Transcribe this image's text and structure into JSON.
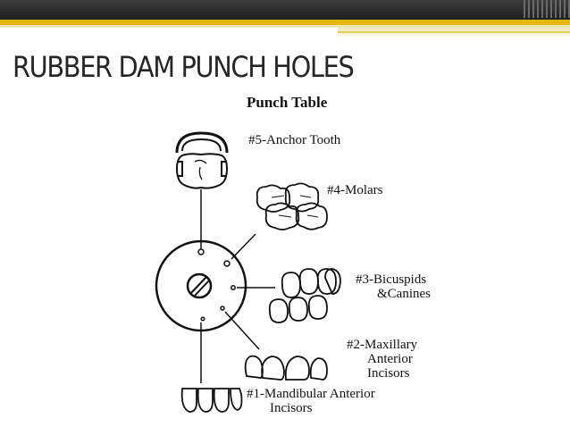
{
  "slide": {
    "title": "RUBBER DAM PUNCH HOLES",
    "theme": {
      "dark": "#2a2a2a",
      "accent": "#e3b80e",
      "pale": "#efe6b6",
      "title_color": "#262626",
      "heading_color": "#8aa6c8"
    }
  },
  "figure": {
    "heading": "Punch Table",
    "labels": {
      "anchor": "#5-Anchor Tooth",
      "molars": "#4-Molars",
      "bicuspids_1": "#3-Bicuspids",
      "bicuspids_2": "&Canines",
      "maxillary_1": "#2-Maxillary",
      "maxillary_2": "Anterior",
      "maxillary_3": "Incisors",
      "mandibular_1": "#1-Mandibular Anterior",
      "mandibular_2": "Incisors"
    }
  }
}
